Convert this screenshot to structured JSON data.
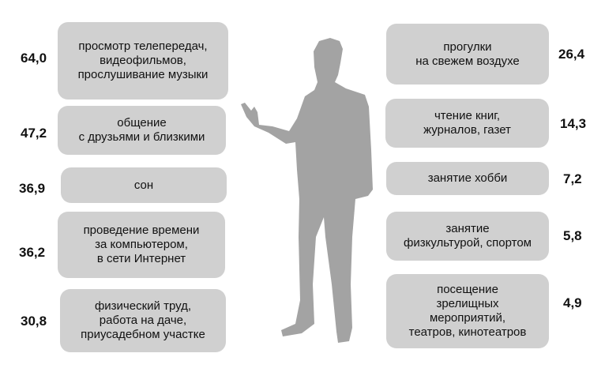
{
  "left": [
    {
      "label": "просмотр телепередач,\nвидеофильмов,\nпрослушивание музыки",
      "value": "64,0"
    },
    {
      "label": "общение\nс друзьями и близкими",
      "value": "47,2"
    },
    {
      "label": "сон",
      "value": "36,9"
    },
    {
      "label": "проведение времени\nза компьютером,\nв сети Интернет",
      "value": "36,2"
    },
    {
      "label": "физический труд,\nработа на даче,\nприусадебном участке",
      "value": "30,8"
    }
  ],
  "right": [
    {
      "label": "прогулки\nна свежем воздухе",
      "value": "26,4"
    },
    {
      "label": "чтение книг,\nжурналов, газет",
      "value": "14,3"
    },
    {
      "label": "занятие хобби",
      "value": "7,2"
    },
    {
      "label": "занятие\nфизкультурой, спортом",
      "value": "5,8"
    },
    {
      "label": "посещение\nзрелищных\nмероприятий,\nтеатров, кинотеатров",
      "value": "4,9"
    }
  ],
  "colors": {
    "box": "#d0d0d0",
    "silhouette": "#a3a3a3"
  }
}
